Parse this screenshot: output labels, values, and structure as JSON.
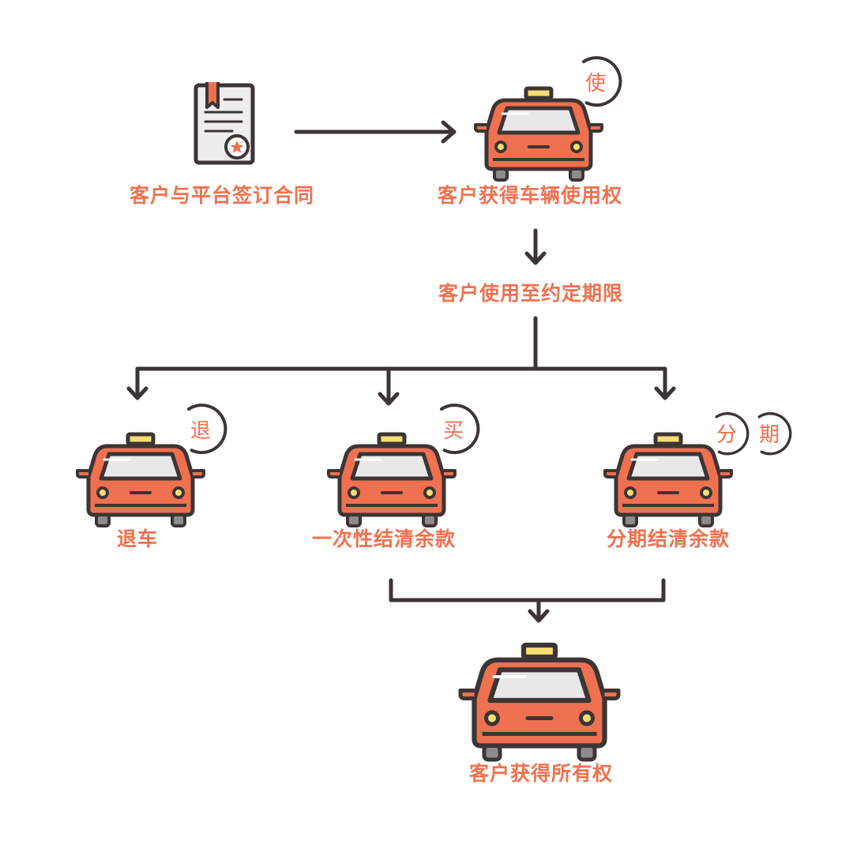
{
  "colors": {
    "accent": "#F0714F",
    "line": "#3C3536",
    "car_body": "#F0714F",
    "window": "#E8E8E8",
    "roof_sign": "#F6DE72",
    "headlight": "#F6DE72",
    "document": "#EDEDED",
    "white": "#FFFFFF"
  },
  "nodes": {
    "contract": {
      "label": "客户与平台签订合同",
      "icon": "contract-document-icon"
    },
    "use_right": {
      "label": "客户获得车辆使用权",
      "icon": "taxi-car-icon",
      "badge": "使"
    },
    "term": {
      "label": "客户使用至约定期限"
    },
    "return": {
      "label": "退车",
      "icon": "taxi-car-icon",
      "badge": "退"
    },
    "lump_sum": {
      "label": "一次性结清余款",
      "icon": "taxi-car-icon",
      "badge": "买"
    },
    "installment": {
      "label": "分期结清余款",
      "icon": "taxi-car-icon",
      "badges": [
        "分",
        "期"
      ]
    },
    "ownership": {
      "label": "客户获得所有权",
      "icon": "taxi-car-icon"
    }
  }
}
